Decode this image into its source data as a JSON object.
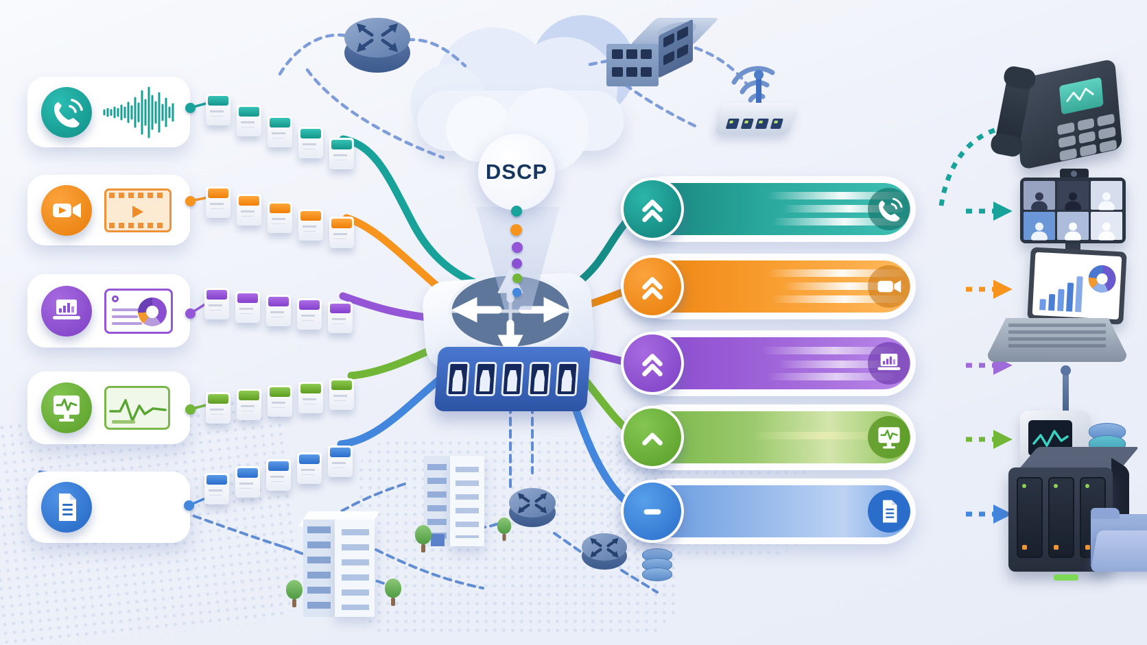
{
  "dscp": {
    "label": "DSCP",
    "marking_dot_colors": [
      "#18a29a",
      "#f6941e",
      "#9455d6",
      "#9455d6",
      "#72b637",
      "#4286dd"
    ]
  },
  "palette": {
    "teal": "#18a29a",
    "orange": "#f6941e",
    "purple": "#9455d6",
    "green": "#72b637",
    "blue": "#4286dd",
    "dashed_network_line": "#7e9cd8",
    "background": "#eef1f9",
    "label_navy": "#17365f"
  },
  "traffic_classes": [
    {
      "name": "voice-call",
      "color": "#18a29a",
      "source_icon": "phone-icon",
      "source_graphic": "audio-waveform",
      "packets_in_transit": 5,
      "queue": {
        "priority_indicator": "double-chevron-up",
        "packets_queued": 4,
        "end_icon": "phone-icon"
      },
      "destination_icons": [
        "desk-phone",
        "video-conference-display"
      ]
    },
    {
      "name": "video-stream",
      "color": "#f6941e",
      "source_icon": "video-camera-icon",
      "source_graphic": "film-strip",
      "packets_in_transit": 5,
      "queue": {
        "priority_indicator": "double-chevron-up",
        "packets_queued": 4,
        "end_icon": "video-camera-icon"
      },
      "destination_icons": [
        "laptop-analytics"
      ]
    },
    {
      "name": "presentation-data",
      "color": "#9455d6",
      "source_icon": "laptop-chart-icon",
      "source_graphic": "slide-with-pie-chart",
      "packets_in_transit": 5,
      "queue": {
        "priority_indicator": "double-chevron-up",
        "packets_queued": 4,
        "end_icon": "laptop-chart-icon"
      },
      "destination_icons": [
        "laptop-analytics"
      ]
    },
    {
      "name": "monitoring-telemetry",
      "color": "#72b637",
      "source_icon": "monitor-pulse-icon",
      "source_graphic": "pulse-chart",
      "packets_in_transit": 5,
      "queue": {
        "priority_indicator": "single-chevron-up",
        "packets_queued": 3,
        "end_icon": "monitor-pulse-icon"
      },
      "destination_icons": [
        "iot-gateway",
        "database"
      ]
    },
    {
      "name": "document-transfer",
      "color": "#4286dd",
      "source_icon": "document-icon",
      "source_graphic": "none",
      "packets_in_transit": 5,
      "queue": {
        "priority_indicator": "minus",
        "packets_queued": 4,
        "end_icon": "document-icon"
      },
      "destination_icons": [
        "nas-server",
        "folder"
      ]
    }
  ],
  "network_scene": {
    "top_icons": [
      "router-icon",
      "cloud-icon",
      "stacked-switch-icon",
      "wifi-access-point-icon"
    ],
    "center_icon": "dscp-qos-switch",
    "switch_port_count": 5,
    "bottom_icons": [
      "office-building-icon",
      "office-building-icon",
      "router-icon",
      "router-icon",
      "database-icon",
      "tree-icon",
      "world-map-dots"
    ]
  }
}
